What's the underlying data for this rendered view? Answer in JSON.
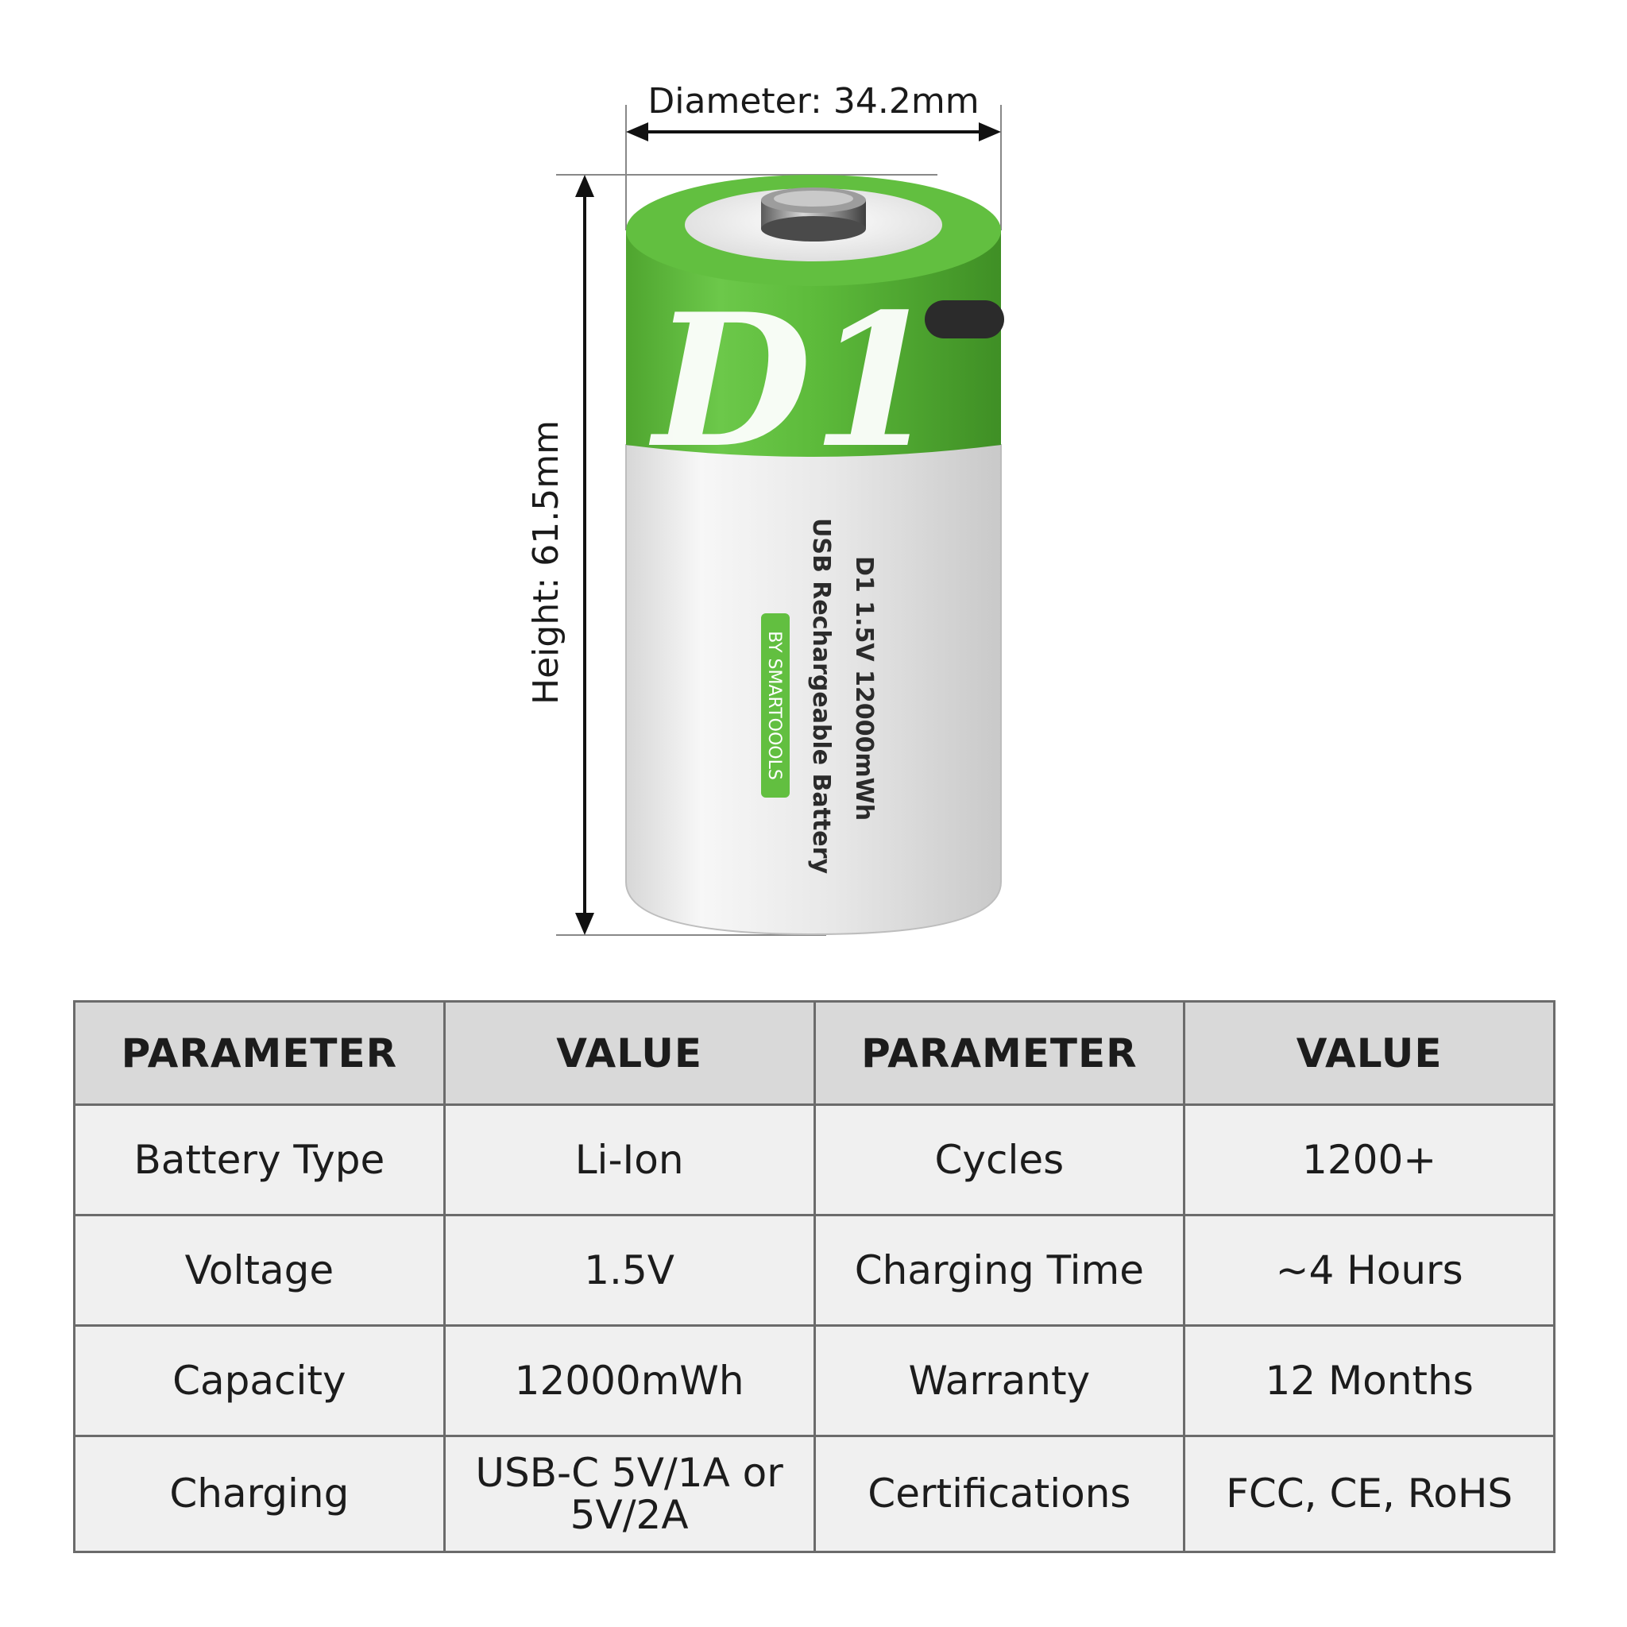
{
  "dimensions": {
    "diameter_label": "Diameter: 34.2mm",
    "height_label": "Height: 61.5mm"
  },
  "battery": {
    "logo_text": "D1",
    "label_line1": "D1   1.5V   12000mWh",
    "label_line2": "USB Rechargeable Battery",
    "brand_badge": "BY SMARTOOOLS"
  },
  "colors": {
    "battery_green": "#5cb83b",
    "battery_silver": "#e6e6e6",
    "table_header_bg": "#d9d9d9",
    "table_cell_bg": "#f0f0f0",
    "table_border": "#6b6b6b"
  },
  "table": {
    "headers": [
      "PARAMETER",
      "VALUE",
      "PARAMETER",
      "VALUE"
    ],
    "rows": [
      [
        "Battery Type",
        "Li-Ion",
        "Cycles",
        "1200+"
      ],
      [
        "Voltage",
        "1.5V",
        "Charging Time",
        "~4 Hours"
      ],
      [
        "Capacity",
        "12000mWh",
        "Warranty",
        "12 Months"
      ],
      [
        "Charging",
        "USB-C 5V/1A or 5V/2A",
        "Certifications",
        "FCC, CE, RoHS"
      ]
    ]
  }
}
